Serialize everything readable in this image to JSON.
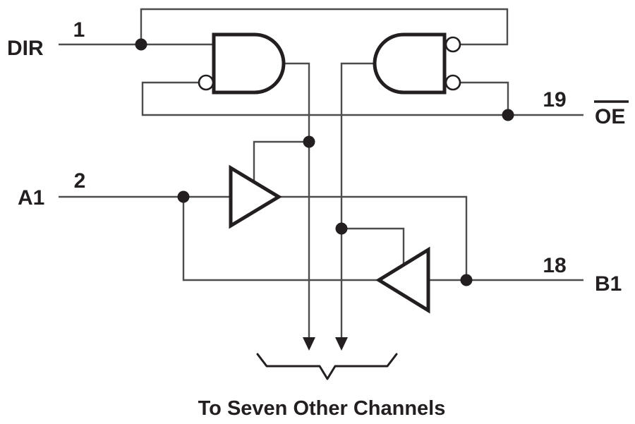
{
  "figure": {
    "caption": "To Seven Other Channels",
    "type": "bus-transceiver-channel-logic-diagram"
  },
  "pins": {
    "dir": {
      "label": "DIR",
      "number": "1"
    },
    "a1": {
      "label": "A1",
      "number": "2"
    },
    "oe": {
      "label": "OE",
      "number": "19",
      "overline": true
    },
    "b1": {
      "label": "B1",
      "number": "18"
    }
  },
  "colors": {
    "ink": "#231f20",
    "wire": "#4d4d4f",
    "background": "#ffffff"
  }
}
